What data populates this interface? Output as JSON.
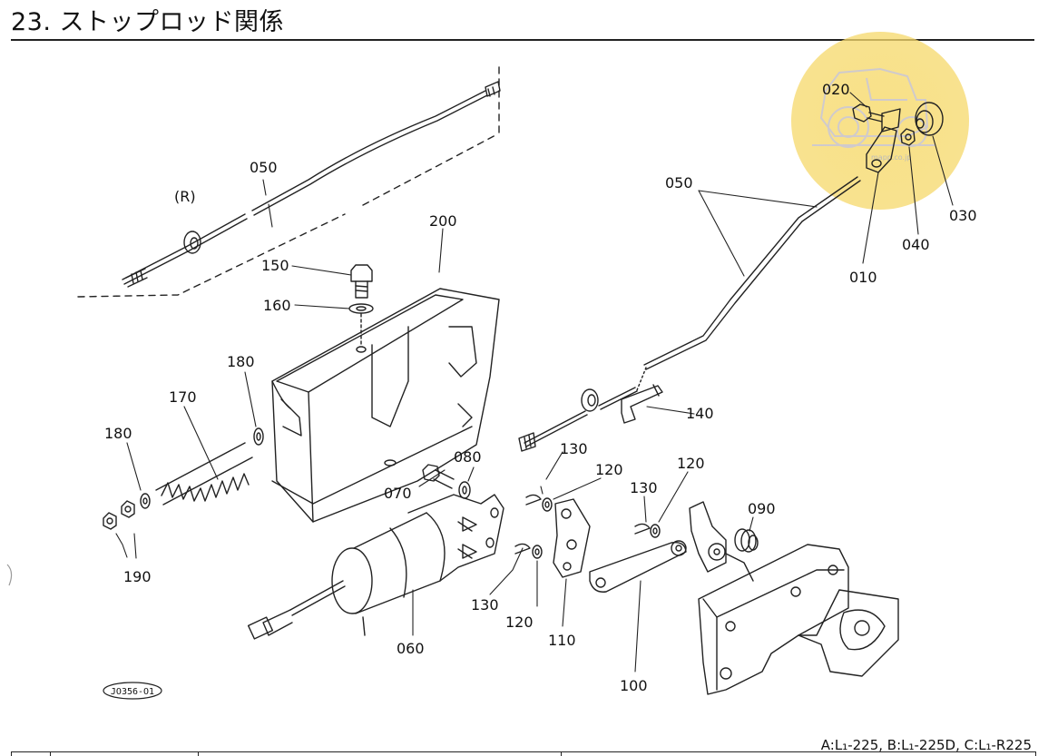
{
  "header": {
    "title": "23. ストップロッド関係"
  },
  "diagram": {
    "stamp": "JO356-O1",
    "watermark_text": "mapp.co.jp",
    "highlight_color": "#f6d86a",
    "callouts": [
      {
        "id": "label-R",
        "text": "(R)"
      },
      {
        "id": "label-050-left",
        "text": "050"
      },
      {
        "id": "label-200",
        "text": "200"
      },
      {
        "id": "label-150",
        "text": "150"
      },
      {
        "id": "label-160",
        "text": "160"
      },
      {
        "id": "label-180-top",
        "text": "180"
      },
      {
        "id": "label-170",
        "text": "170"
      },
      {
        "id": "label-180-left",
        "text": "180"
      },
      {
        "id": "label-190",
        "text": "190"
      },
      {
        "id": "label-080",
        "text": "080"
      },
      {
        "id": "label-070",
        "text": "070"
      },
      {
        "id": "label-060",
        "text": "060"
      },
      {
        "id": "label-130-a",
        "text": "130"
      },
      {
        "id": "label-120-a",
        "text": "120"
      },
      {
        "id": "label-130-b",
        "text": "130"
      },
      {
        "id": "label-120-b",
        "text": "120"
      },
      {
        "id": "label-110",
        "text": "110"
      },
      {
        "id": "label-130-c",
        "text": "130"
      },
      {
        "id": "label-120-c",
        "text": "120"
      },
      {
        "id": "label-090",
        "text": "090"
      },
      {
        "id": "label-100",
        "text": "100"
      },
      {
        "id": "label-140",
        "text": "140"
      },
      {
        "id": "label-050-right",
        "text": "050"
      },
      {
        "id": "label-020",
        "text": "020"
      },
      {
        "id": "label-030",
        "text": "030"
      },
      {
        "id": "label-040",
        "text": "040"
      },
      {
        "id": "label-010",
        "text": "010"
      }
    ]
  },
  "footer": {
    "variant_note": "A:L₁-225, B:L₁-225D, C:L₁-R225"
  }
}
